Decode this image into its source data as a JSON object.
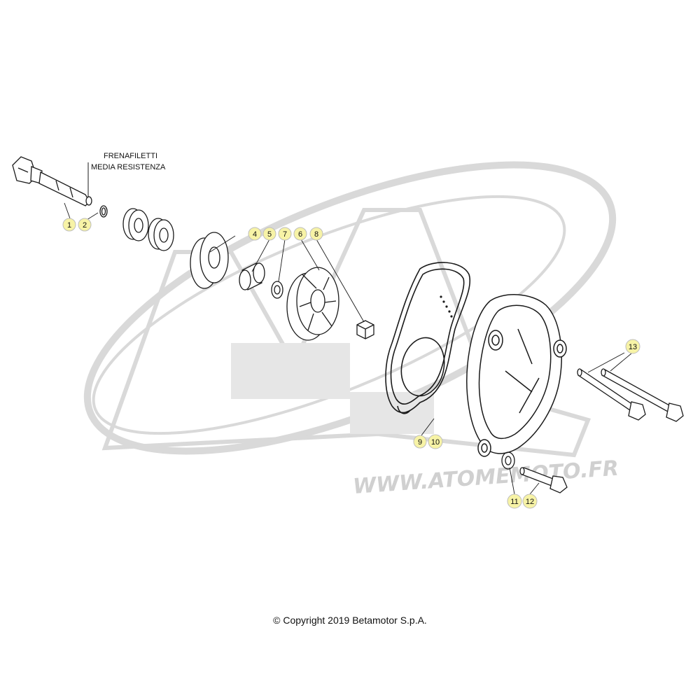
{
  "note": {
    "line1": "FRENAFILETTI",
    "line2": "MEDIA RESISTENZA"
  },
  "watermark": {
    "url": "WWW.ATOMEMOTO.FR"
  },
  "callouts": {
    "c1": "1",
    "c2": "2",
    "c4": "4",
    "c5": "5",
    "c7": "7",
    "c6": "6",
    "c8": "8",
    "c9": "9",
    "c10": "10",
    "c11": "11",
    "c12": "12",
    "c13": "13"
  },
  "copyright": "© Copyright 2019 Betamotor S.p.A.",
  "colors": {
    "callout_fill": "#f7f3a6",
    "line": "#1a1a1a",
    "watermark": "#d0d0d0"
  }
}
